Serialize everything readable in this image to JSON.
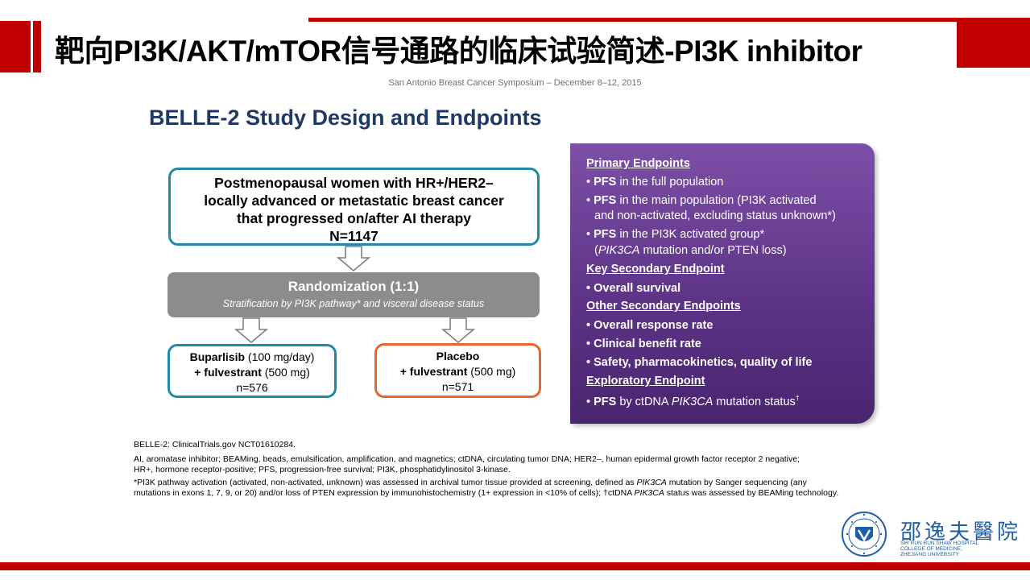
{
  "header": {
    "title": "靶向PI3K/AKT/mTOR信号通路的临床试验简述-PI3K inhibitor"
  },
  "slide": {
    "symposium": "San Antonio Breast Cancer Symposium – December 8–12, 2015",
    "title": "BELLE-2 Study Design and Endpoints"
  },
  "population": {
    "line1": "Postmenopausal women with HR+/HER2–",
    "line2": "locally advanced or metastatic breast cancer",
    "line3": "that progressed on/after AI therapy",
    "n": "N=1147"
  },
  "randomization": {
    "title": "Randomization (1:1)",
    "subtitle": "Stratification by PI3K pathway* and visceral disease status"
  },
  "arm_a": {
    "drug": "Buparlisib",
    "dose": " (100 mg/day)",
    "plus": "+ fulvestrant",
    "plus_dose": " (500 mg)",
    "n": "n=576"
  },
  "arm_b": {
    "drug": "Placebo",
    "plus": "+ fulvestrant",
    "plus_dose": " (500 mg)",
    "n": "n=571"
  },
  "endpoints": {
    "primary_heading": "Primary Endpoints",
    "p1_bold": "PFS",
    "p1_rest": " in the full population",
    "p2_bold": "PFS",
    "p2_rest": " in the main population (PI3K activated",
    "p2_cont": "and non-activated, excluding status unknown*)",
    "p3_bold": "PFS",
    "p3_rest": " in the PI3K activated group*",
    "p3_cont_italic": "PIK3CA",
    "p3_cont_rest": " mutation and/or PTEN loss)",
    "key_heading": "Key Secondary Endpoint",
    "k1": "Overall survival",
    "other_heading": "Other Secondary Endpoints",
    "o1": "Overall response rate",
    "o2": "Clinical benefit rate",
    "o3": "Safety, pharmacokinetics, quality of life",
    "expl_heading": "Exploratory Endpoint",
    "e1_bold": "PFS",
    "e1_rest": " by ctDNA ",
    "e1_italic": "PIK3CA",
    "e1_end": " mutation status",
    "e1_sup": "†",
    "bullet": "•",
    "open_paren": "("
  },
  "footnotes": {
    "f1": "BELLE-2: ClinicalTrials.gov NCT01610284.",
    "f2": "AI, aromatase inhibitor; BEAMing, beads, emulsification, amplification, and magnetics; ctDNA, circulating tumor DNA; HER2–, human epidermal growth factor receptor 2 negative;",
    "f3": "HR+, hormone receptor-positive; PFS, progression-free survival; PI3K, phosphatidylinositol 3-kinase.",
    "f4a": "*PI3K pathway activation (activated, non-activated, unknown) was assessed in archival tumor tissue provided at screening, defined as ",
    "f4b": "PIK3CA",
    "f4c": " mutation by Sanger sequencing (any",
    "f5a": "mutations in exons 1, 7, 9, or 20) and/or loss of PTEN expression by immunohistochemistry (1+ expression in <10% of cells); †ctDNA ",
    "f5b": "PIK3CA",
    "f5c": " status was assessed by BEAMing technology."
  },
  "hospital": {
    "name_cn": "邵逸夫醫院",
    "name_en1": "SIR RUN RUN SHAW HOSPITAL",
    "name_en2": "COLLEGE OF MEDICINE,",
    "name_en3": "ZHEJIANG UNIVERSITY"
  },
  "colors": {
    "brand_red": "#c00000",
    "title_blue": "#1f3864",
    "teal_border": "#1e8aa6",
    "orange_border": "#e8642a",
    "purple_panel": "#6a3d96",
    "gray_box": "#8c8c8c"
  }
}
